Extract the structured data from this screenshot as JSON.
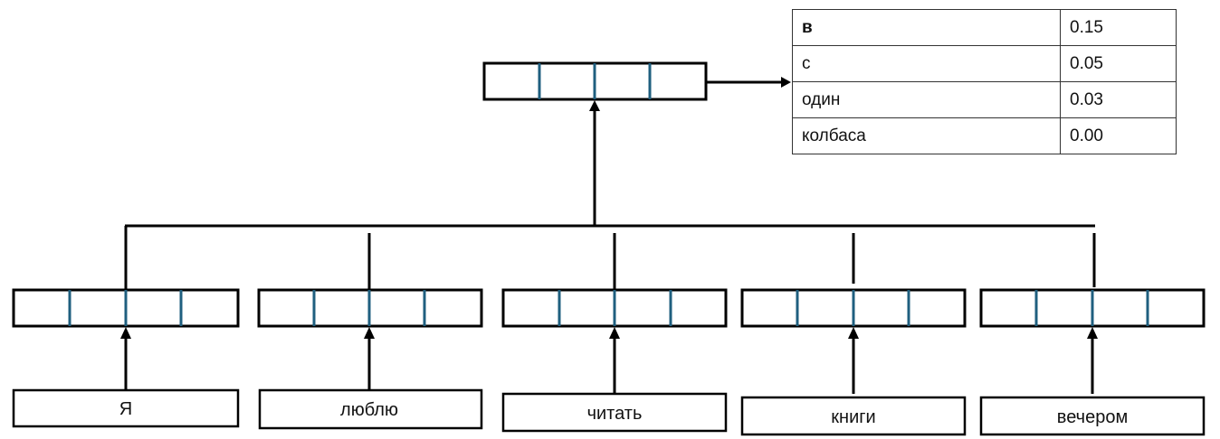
{
  "words": [
    "Я",
    "люблю",
    "читать",
    "книги",
    "вечером"
  ],
  "prediction_table": [
    {
      "word": "в",
      "prob": "0.15"
    },
    {
      "word": "с",
      "prob": "0.05"
    },
    {
      "word": "один",
      "prob": "0.03"
    },
    {
      "word": "колбаса",
      "prob": "0.00"
    }
  ],
  "colors": {
    "divider": "#1f5f7f",
    "line": "#000000"
  }
}
